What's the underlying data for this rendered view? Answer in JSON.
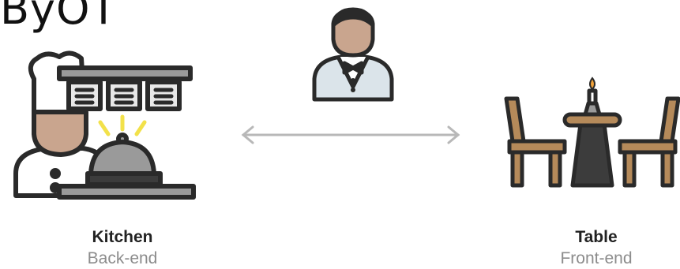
{
  "partial_heading": "ByOT",
  "kitchen": {
    "title": "Kitchen",
    "subtitle": "Back-end"
  },
  "table": {
    "title": "Table",
    "subtitle": "Front-end"
  },
  "colors": {
    "outline": "#2a2a2a",
    "skin": "#c9a58e",
    "wood": "#b58a5a",
    "dark": "#3c3c3c",
    "metal": "#9a9a9a",
    "arrow": "#b8b8b8",
    "ticket": "#e8e8e8",
    "glow": "#f2e14a",
    "vest": "#dbe4ea"
  }
}
